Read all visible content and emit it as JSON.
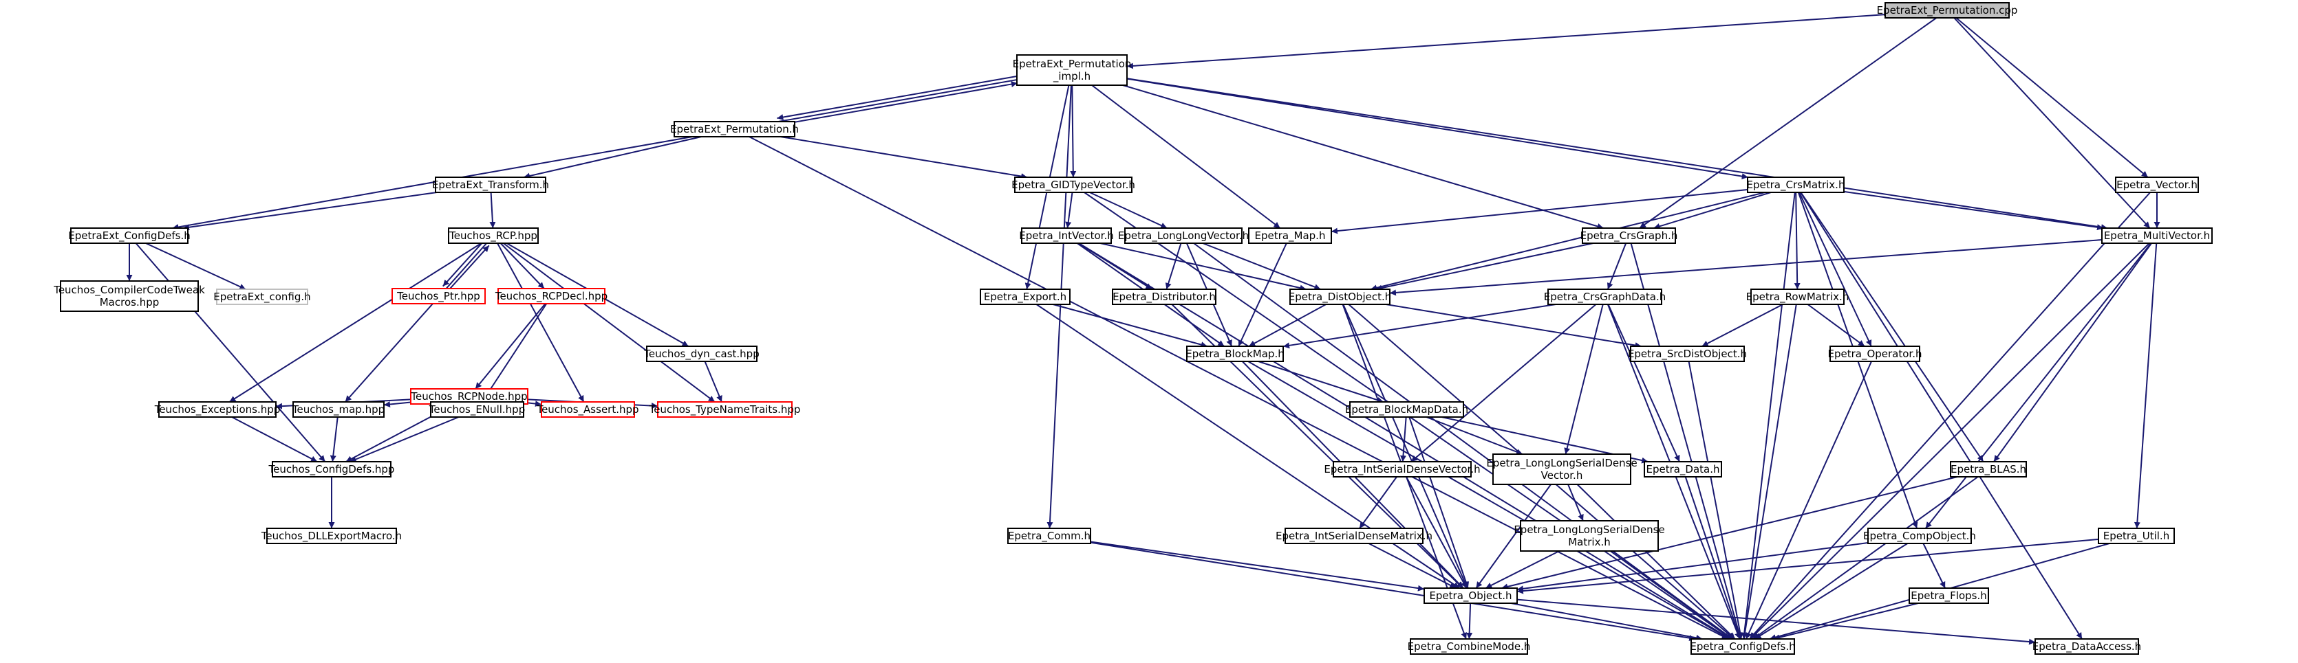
{
  "graph": {
    "colors": {
      "edge": "#191970",
      "node_border": "#000000",
      "node_border_missing": "#ff0000",
      "node_border_external": "#bfbfbf",
      "root_fill": "#bfbfbf",
      "node_fill": "#ffffff"
    },
    "nodes": [
      {
        "id": "root",
        "lines": [
          "EpetraExt_Permutation.cpp"
        ],
        "kind": "root"
      },
      {
        "id": "perm_impl",
        "lines": [
          "EpetraExt_Permutation",
          "_impl.h"
        ],
        "kind": "normal"
      },
      {
        "id": "perm_h",
        "lines": [
          "EpetraExt_Permutation.h"
        ],
        "kind": "normal"
      },
      {
        "id": "transform",
        "lines": [
          "EpetraExt_Transform.h"
        ],
        "kind": "normal"
      },
      {
        "id": "ext_configdefs",
        "lines": [
          "EpetraExt_ConfigDefs.h"
        ],
        "kind": "normal"
      },
      {
        "id": "compiler_tweak",
        "lines": [
          "Teuchos_CompilerCodeTweak",
          "Macros.hpp"
        ],
        "kind": "normal"
      },
      {
        "id": "ext_config",
        "lines": [
          "EpetraExt_config.h"
        ],
        "kind": "external"
      },
      {
        "id": "rcp",
        "lines": [
          "Teuchos_RCP.hpp"
        ],
        "kind": "normal"
      },
      {
        "id": "ptr",
        "lines": [
          "Teuchos_Ptr.hpp"
        ],
        "kind": "missing"
      },
      {
        "id": "rcpdecl",
        "lines": [
          "Teuchos_RCPDecl.hpp"
        ],
        "kind": "missing"
      },
      {
        "id": "rcpnode",
        "lines": [
          "Teuchos_RCPNode.hpp"
        ],
        "kind": "missing"
      },
      {
        "id": "dyn_cast",
        "lines": [
          "Teuchos_dyn_cast.hpp"
        ],
        "kind": "normal"
      },
      {
        "id": "exceptions",
        "lines": [
          "Teuchos_Exceptions.hpp"
        ],
        "kind": "normal"
      },
      {
        "id": "map_hpp",
        "lines": [
          "Teuchos_map.hpp"
        ],
        "kind": "normal"
      },
      {
        "id": "enull",
        "lines": [
          "Teuchos_ENull.hpp"
        ],
        "kind": "normal"
      },
      {
        "id": "assert",
        "lines": [
          "Teuchos_Assert.hpp"
        ],
        "kind": "missing"
      },
      {
        "id": "typenametraits",
        "lines": [
          "Teuchos_TypeNameTraits.hpp"
        ],
        "kind": "missing"
      },
      {
        "id": "teuchos_configdefs",
        "lines": [
          "Teuchos_ConfigDefs.hpp"
        ],
        "kind": "normal"
      },
      {
        "id": "dllexport",
        "lines": [
          "Teuchos_DLLExportMacro.h"
        ],
        "kind": "normal"
      },
      {
        "id": "gidtype",
        "lines": [
          "Epetra_GIDTypeVector.h"
        ],
        "kind": "normal"
      },
      {
        "id": "intvector",
        "lines": [
          "Epetra_IntVector.h"
        ],
        "kind": "normal"
      },
      {
        "id": "longlongvector",
        "lines": [
          "Epetra_LongLongVector.h"
        ],
        "kind": "normal"
      },
      {
        "id": "distributor",
        "lines": [
          "Epetra_Distributor.h"
        ],
        "kind": "normal"
      },
      {
        "id": "export",
        "lines": [
          "Epetra_Export.h"
        ],
        "kind": "normal"
      },
      {
        "id": "map_h",
        "lines": [
          "Epetra_Map.h"
        ],
        "kind": "normal"
      },
      {
        "id": "distobject",
        "lines": [
          "Epetra_DistObject.h"
        ],
        "kind": "normal"
      },
      {
        "id": "blockmap",
        "lines": [
          "Epetra_BlockMap.h"
        ],
        "kind": "normal"
      },
      {
        "id": "blockmapdata",
        "lines": [
          "Epetra_BlockMapData.h"
        ],
        "kind": "normal"
      },
      {
        "id": "intsdv",
        "lines": [
          "Epetra_IntSerialDenseVector.h"
        ],
        "kind": "normal"
      },
      {
        "id": "intsdm",
        "lines": [
          "Epetra_IntSerialDenseMatrix.h"
        ],
        "kind": "normal"
      },
      {
        "id": "llsdv",
        "lines": [
          "Epetra_LongLongSerialDense",
          "Vector.h"
        ],
        "kind": "normal"
      },
      {
        "id": "llsdm",
        "lines": [
          "Epetra_LongLongSerialDense",
          "Matrix.h"
        ],
        "kind": "normal"
      },
      {
        "id": "comm",
        "lines": [
          "Epetra_Comm.h"
        ],
        "kind": "normal"
      },
      {
        "id": "object",
        "lines": [
          "Epetra_Object.h"
        ],
        "kind": "normal"
      },
      {
        "id": "combinemode",
        "lines": [
          "Epetra_CombineMode.h"
        ],
        "kind": "normal"
      },
      {
        "id": "configdefs",
        "lines": [
          "Epetra_ConfigDefs.h"
        ],
        "kind": "normal"
      },
      {
        "id": "dataaccess",
        "lines": [
          "Epetra_DataAccess.h"
        ],
        "kind": "normal"
      },
      {
        "id": "crsgraph",
        "lines": [
          "Epetra_CrsGraph.h"
        ],
        "kind": "normal"
      },
      {
        "id": "crsgraphdata",
        "lines": [
          "Epetra_CrsGraphData.h"
        ],
        "kind": "normal"
      },
      {
        "id": "data",
        "lines": [
          "Epetra_Data.h"
        ],
        "kind": "normal"
      },
      {
        "id": "crsmatrix",
        "lines": [
          "Epetra_CrsMatrix.h"
        ],
        "kind": "normal"
      },
      {
        "id": "rowmatrix",
        "lines": [
          "Epetra_RowMatrix.h"
        ],
        "kind": "normal"
      },
      {
        "id": "srcdistobject",
        "lines": [
          "Epetra_SrcDistObject.h"
        ],
        "kind": "normal"
      },
      {
        "id": "operator",
        "lines": [
          "Epetra_Operator.h"
        ],
        "kind": "normal"
      },
      {
        "id": "blas",
        "lines": [
          "Epetra_BLAS.h"
        ],
        "kind": "normal"
      },
      {
        "id": "compobject",
        "lines": [
          "Epetra_CompObject.h"
        ],
        "kind": "normal"
      },
      {
        "id": "flops",
        "lines": [
          "Epetra_Flops.h"
        ],
        "kind": "normal"
      },
      {
        "id": "vector",
        "lines": [
          "Epetra_Vector.h"
        ],
        "kind": "normal"
      },
      {
        "id": "multivector",
        "lines": [
          "Epetra_MultiVector.h"
        ],
        "kind": "normal"
      },
      {
        "id": "util",
        "lines": [
          "Epetra_Util.h"
        ],
        "kind": "normal"
      }
    ],
    "edges": [
      [
        "root",
        "perm_impl"
      ],
      [
        "root",
        "crsgraph"
      ],
      [
        "root",
        "multivector"
      ],
      [
        "root",
        "vector"
      ],
      [
        "perm_impl",
        "perm_h"
      ],
      [
        "perm_impl",
        "ext_configdefs"
      ],
      [
        "perm_impl",
        "gidtype"
      ],
      [
        "perm_impl",
        "export"
      ],
      [
        "perm_impl",
        "map_h"
      ],
      [
        "perm_impl",
        "comm"
      ],
      [
        "perm_impl",
        "crsgraph"
      ],
      [
        "perm_impl",
        "crsmatrix"
      ],
      [
        "perm_impl",
        "multivector"
      ],
      [
        "perm_h",
        "perm_impl"
      ],
      [
        "perm_h",
        "transform"
      ],
      [
        "perm_h",
        "gidtype"
      ],
      [
        "perm_h",
        "configdefs"
      ],
      [
        "transform",
        "ext_configdefs"
      ],
      [
        "transform",
        "rcp"
      ],
      [
        "ext_configdefs",
        "compiler_tweak"
      ],
      [
        "ext_configdefs",
        "ext_config"
      ],
      [
        "ext_configdefs",
        "teuchos_configdefs"
      ],
      [
        "rcp",
        "ptr"
      ],
      [
        "ptr",
        "rcp"
      ],
      [
        "rcp",
        "rcpdecl"
      ],
      [
        "rcp",
        "dyn_cast"
      ],
      [
        "rcp",
        "exceptions"
      ],
      [
        "rcp",
        "map_hpp"
      ],
      [
        "rcp",
        "assert"
      ],
      [
        "rcp",
        "typenametraits"
      ],
      [
        "rcpdecl",
        "rcpnode"
      ],
      [
        "rcpdecl",
        "enull"
      ],
      [
        "rcpnode",
        "exceptions"
      ],
      [
        "rcpnode",
        "map_hpp"
      ],
      [
        "rcpnode",
        "enull"
      ],
      [
        "rcpnode",
        "assert"
      ],
      [
        "rcpnode",
        "typenametraits"
      ],
      [
        "rcpnode",
        "teuchos_configdefs"
      ],
      [
        "dyn_cast",
        "typenametraits"
      ],
      [
        "exceptions",
        "teuchos_configdefs"
      ],
      [
        "map_hpp",
        "teuchos_configdefs"
      ],
      [
        "enull",
        "teuchos_configdefs"
      ],
      [
        "teuchos_configdefs",
        "dllexport"
      ],
      [
        "gidtype",
        "intvector"
      ],
      [
        "gidtype",
        "longlongvector"
      ],
      [
        "gidtype",
        "configdefs"
      ],
      [
        "intvector",
        "distobject"
      ],
      [
        "intvector",
        "distributor"
      ],
      [
        "intvector",
        "blockmap"
      ],
      [
        "intvector",
        "configdefs"
      ],
      [
        "longlongvector",
        "distobject"
      ],
      [
        "longlongvector",
        "distributor"
      ],
      [
        "longlongvector",
        "blockmap"
      ],
      [
        "longlongvector",
        "configdefs"
      ],
      [
        "distributor",
        "object"
      ],
      [
        "export",
        "blockmap"
      ],
      [
        "export",
        "object"
      ],
      [
        "map_h",
        "blockmap"
      ],
      [
        "distobject",
        "blockmap"
      ],
      [
        "distobject",
        "srcdistobject"
      ],
      [
        "distobject",
        "object"
      ],
      [
        "distobject",
        "combinemode"
      ],
      [
        "distobject",
        "configdefs"
      ],
      [
        "blockmap",
        "blockmapdata"
      ],
      [
        "blockmap",
        "object"
      ],
      [
        "blockmap",
        "configdefs"
      ],
      [
        "blockmapdata",
        "data"
      ],
      [
        "blockmapdata",
        "intsdv"
      ],
      [
        "blockmapdata",
        "llsdv"
      ],
      [
        "blockmapdata",
        "object"
      ],
      [
        "intsdv",
        "intsdm"
      ],
      [
        "intsdv",
        "object"
      ],
      [
        "intsdm",
        "object"
      ],
      [
        "llsdv",
        "llsdm"
      ],
      [
        "llsdv",
        "object"
      ],
      [
        "llsdv",
        "configdefs"
      ],
      [
        "llsdm",
        "object"
      ],
      [
        "llsdm",
        "configdefs"
      ],
      [
        "comm",
        "object"
      ],
      [
        "comm",
        "configdefs"
      ],
      [
        "object",
        "combinemode"
      ],
      [
        "object",
        "configdefs"
      ],
      [
        "object",
        "dataaccess"
      ],
      [
        "crsgraph",
        "distobject"
      ],
      [
        "crsgraph",
        "crsgraphdata"
      ],
      [
        "crsgraph",
        "configdefs"
      ],
      [
        "crsgraphdata",
        "blockmap"
      ],
      [
        "crsgraphdata",
        "data"
      ],
      [
        "crsgraphdata",
        "intsdv"
      ],
      [
        "crsgraphdata",
        "llsdv"
      ],
      [
        "crsgraphdata",
        "configdefs"
      ],
      [
        "data",
        "configdefs"
      ],
      [
        "crsmatrix",
        "distobject"
      ],
      [
        "crsmatrix",
        "crsgraph"
      ],
      [
        "crsmatrix",
        "map_h"
      ],
      [
        "crsmatrix",
        "rowmatrix"
      ],
      [
        "crsmatrix",
        "operator"
      ],
      [
        "crsmatrix",
        "blas"
      ],
      [
        "crsmatrix",
        "compobject"
      ],
      [
        "crsmatrix",
        "multivector"
      ],
      [
        "crsmatrix",
        "configdefs"
      ],
      [
        "crsmatrix",
        "dataaccess"
      ],
      [
        "rowmatrix",
        "operator"
      ],
      [
        "rowmatrix",
        "srcdistobject"
      ],
      [
        "rowmatrix",
        "configdefs"
      ],
      [
        "srcdistobject",
        "configdefs"
      ],
      [
        "operator",
        "configdefs"
      ],
      [
        "blas",
        "object"
      ],
      [
        "blas",
        "configdefs"
      ],
      [
        "compobject",
        "object"
      ],
      [
        "compobject",
        "flops"
      ],
      [
        "compobject",
        "configdefs"
      ],
      [
        "flops",
        "configdefs"
      ],
      [
        "vector",
        "multivector"
      ],
      [
        "vector",
        "configdefs"
      ],
      [
        "multivector",
        "distobject"
      ],
      [
        "multivector",
        "blas"
      ],
      [
        "multivector",
        "compobject"
      ],
      [
        "multivector",
        "util"
      ],
      [
        "multivector",
        "configdefs"
      ],
      [
        "util",
        "object"
      ],
      [
        "util",
        "configdefs"
      ]
    ]
  }
}
